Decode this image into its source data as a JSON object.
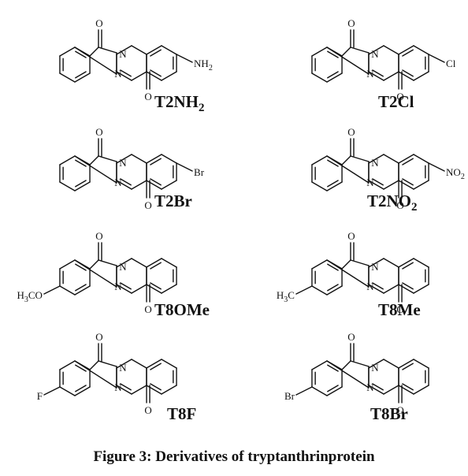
{
  "figure": {
    "caption": "Figure 3: Derivatives of tryptanthrinprotein",
    "molecules": [
      {
        "label": "T2",
        "label_suffix": "NH",
        "label_subscript": "2",
        "substituent": "NH",
        "substituent_subscript": "2",
        "position": "ring-right"
      },
      {
        "label": "T2Cl",
        "label_suffix": "",
        "label_subscript": "",
        "substituent": "Cl",
        "substituent_subscript": "",
        "position": "ring-right"
      },
      {
        "label": "T2Br",
        "label_suffix": "",
        "label_subscript": "",
        "substituent": "Br",
        "substituent_subscript": "",
        "position": "ring-right"
      },
      {
        "label": "T2",
        "label_suffix": "NO",
        "label_subscript": "2",
        "substituent": "NO",
        "substituent_subscript": "2",
        "position": "ring-right"
      },
      {
        "label": "T8OMe",
        "label_suffix": "",
        "label_subscript": "",
        "substituent": "H",
        "substituent_subscript": "3",
        "substituent_rest": "CO",
        "position": "ring-left"
      },
      {
        "label": "T8Me",
        "label_suffix": "",
        "label_subscript": "",
        "substituent": "H",
        "substituent_subscript": "3",
        "substituent_rest": "C",
        "position": "ring-left"
      },
      {
        "label": "T8F",
        "label_suffix": "",
        "label_subscript": "",
        "substituent": "F",
        "substituent_subscript": "",
        "position": "ring-left"
      },
      {
        "label": "T8Br",
        "label_suffix": "",
        "label_subscript": "",
        "substituent": "Br",
        "substituent_subscript": "",
        "position": "ring-left"
      }
    ],
    "atoms": {
      "oxygen": "O",
      "nitrogen": "N"
    }
  }
}
